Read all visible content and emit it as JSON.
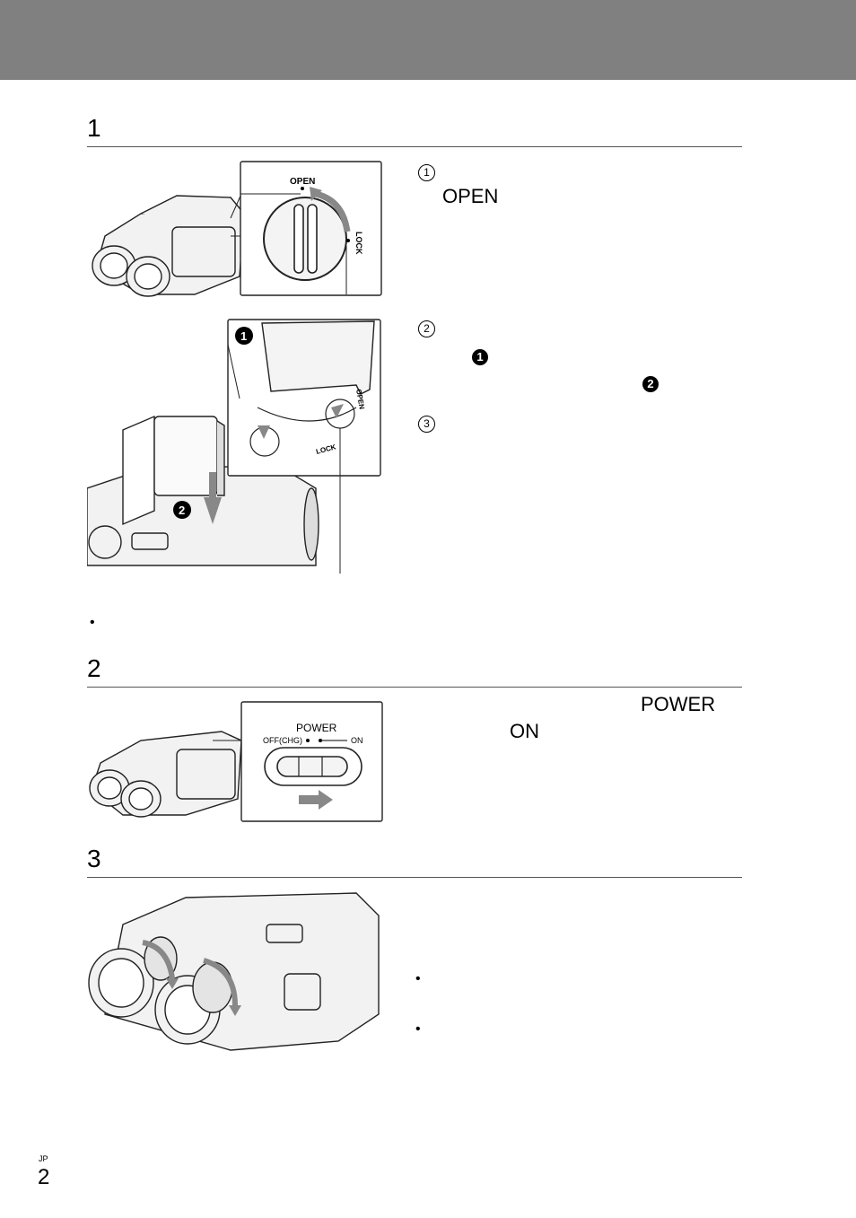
{
  "sections": [
    {
      "number": "1"
    },
    {
      "number": "2"
    },
    {
      "number": "3"
    }
  ],
  "step1": {
    "mark1": "1",
    "open_text": "OPEN",
    "mark2": "2",
    "badge1": "1",
    "badge2": "2",
    "mark3": "3",
    "fig_open_label": "OPEN",
    "fig_lock_label": "LOCK",
    "fig2_open_label": "OPEN",
    "fig2_lock_label": "LOCK",
    "fig_badge1": "1",
    "fig_badge2": "2"
  },
  "step1_note_bullet": "•",
  "step2": {
    "power_text": "POWER",
    "on_text": "ON",
    "fig_power_label": "POWER",
    "fig_off_label": "OFF(CHG)",
    "fig_on_label": "ON"
  },
  "step3": {
    "bullet1": "•",
    "bullet2": "•"
  },
  "footer": {
    "lang": "JP",
    "page": "2"
  }
}
